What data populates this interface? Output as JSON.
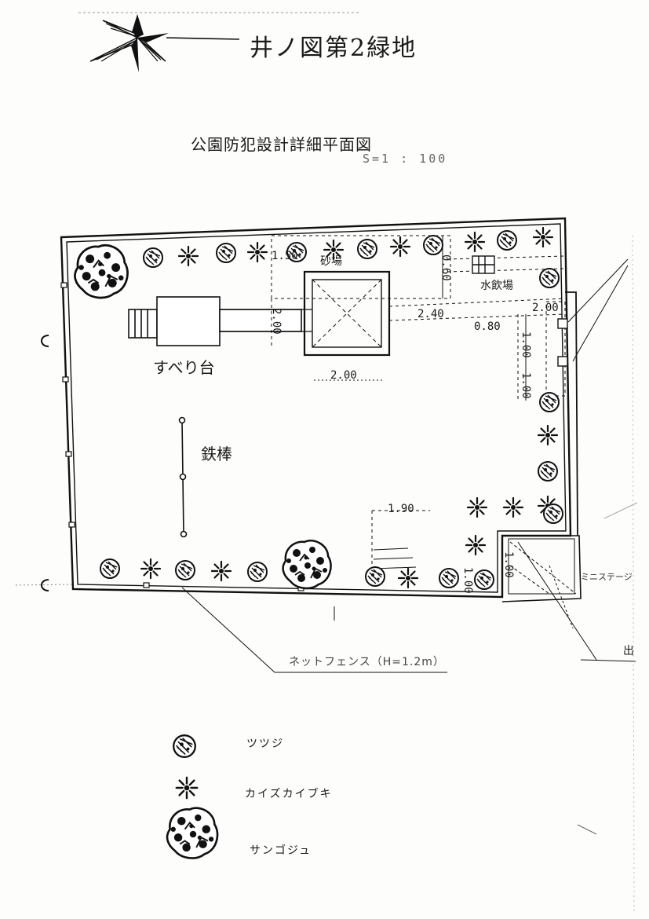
{
  "header": {
    "handwritten_title": "井ノ図第2緑地"
  },
  "drawing": {
    "title": "公園防犯設計詳細平面図",
    "scale": "S=1 : 100"
  },
  "plan_labels": {
    "slide": "すべり台",
    "iron_bar": "鉄棒",
    "sandbox": "砂場",
    "water_fountain": "水飲場"
  },
  "dimensions": {
    "d_1_50": "1.50",
    "d_2_00_vert": "2.00",
    "d_2_00_horiz": "2.00",
    "d_2_40": "2.40",
    "d_0_60": "0.60",
    "d_0_80": "0.80",
    "d_2_00_right": "2.00",
    "d_1_00": "1.00",
    "d_1_00_b": "1.00",
    "d_1_90": "1.90",
    "d_1_00_c": "1.00",
    "d_1_00_d": "1.00"
  },
  "callouts": {
    "bottom_note": "ネットフェンス（H=1.2m）",
    "right_note": "ミニステージ",
    "right_edge": "出"
  },
  "legend": [
    {
      "symbol": "tsutsuji-icon",
      "label": "ツツジ"
    },
    {
      "symbol": "kaizukaibuki-icon",
      "label": "カイズカイブキ"
    },
    {
      "symbol": "sangoju-icon",
      "label": "サンゴジュ"
    }
  ]
}
